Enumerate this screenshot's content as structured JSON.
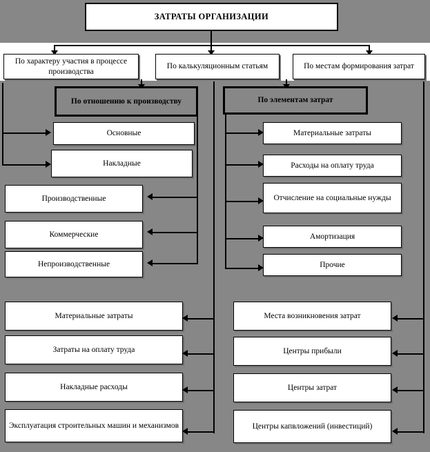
{
  "diagram": {
    "type": "flowchart",
    "title": "ЗАТРАТЫ   ОРГАНИЗАЦИИ",
    "background_color": "#878787",
    "box_color": "#ffffff",
    "line_color": "#000000",
    "level1": [
      {
        "id": "l1a",
        "label": "По характеру  участия в процессе производства"
      },
      {
        "id": "l1b",
        "label": "По калькуляционным статьям"
      },
      {
        "id": "l1c",
        "label": "По местам формирования затрат"
      }
    ],
    "headers": [
      {
        "id": "h1",
        "label": "По отношению к производству"
      },
      {
        "id": "h2",
        "label": "По элементам затрат"
      }
    ],
    "col_left_upper": [
      {
        "label": "Основные"
      },
      {
        "label": "Накладные"
      },
      {
        "label": "Производственные"
      },
      {
        "label": "Коммерческие"
      },
      {
        "label": "Непроизводственные"
      }
    ],
    "col_right_upper": [
      {
        "label": "Материальные затраты"
      },
      {
        "label": "Расходы на оплату труда"
      },
      {
        "label": "Отчисление  на социальные нужды"
      },
      {
        "label": "Амортизация"
      },
      {
        "label": "Прочие"
      }
    ],
    "col_left_lower": [
      {
        "label": "Материальные затраты"
      },
      {
        "label": "Затраты  на оплату труда"
      },
      {
        "label": "Накладные расходы"
      },
      {
        "label": "Эксплуатация строительных машин и механизмов"
      }
    ],
    "col_right_lower": [
      {
        "label": "Места возникновения затрат"
      },
      {
        "label": "Центры прибыли"
      },
      {
        "label": "Центры затрат"
      },
      {
        "label": "Центры капвложений (инвестиций)"
      }
    ]
  }
}
